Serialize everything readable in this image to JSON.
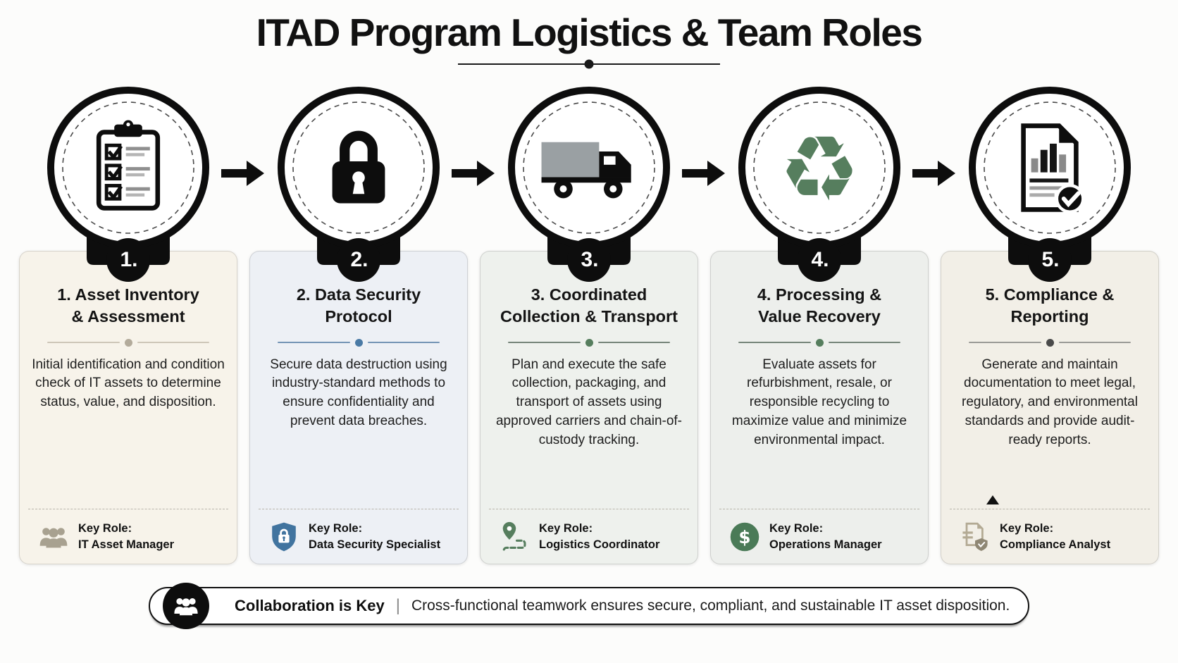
{
  "page": {
    "title": "ITAD Program Logistics & Team Roles"
  },
  "steps": [
    {
      "number": "1.",
      "icon": "clipboard-checklist-icon",
      "title_line1": "1. Asset Inventory",
      "title_line2": "& Assessment",
      "description": "Initial identification and condition check of IT assets to determine status, value, and disposition.",
      "role_label": "Key Role:",
      "role_name": "IT Asset Manager",
      "role_icon": "team-people-icon",
      "card_bg": "#f7f3ea",
      "accent": "#b3ab9b"
    },
    {
      "number": "2.",
      "icon": "padlock-icon",
      "title_line1": "2. Data Security",
      "title_line2": "Protocol",
      "description": "Secure data destruction using industry-standard methods to ensure confidentiality and prevent data breaches.",
      "role_label": "Key Role:",
      "role_name": "Data Security Specialist",
      "role_icon": "shield-lock-icon",
      "card_bg": "#edf0f5",
      "accent": "#4a7aa5"
    },
    {
      "number": "3.",
      "icon": "truck-icon",
      "title_line1": "3. Coordinated",
      "title_line2": "Collection & Transport",
      "description": "Plan and execute the safe collection, packaging, and transport of assets using approved carriers and chain-of-custody tracking.",
      "role_label": "Key Role:",
      "role_name": "Logistics Coordinator",
      "role_icon": "route-pin-icon",
      "card_bg": "#eef1ed",
      "accent": "#567e5e"
    },
    {
      "number": "4.",
      "icon": "recycle-icon",
      "title_line1": "4. Processing &",
      "title_line2": "Value Recovery",
      "description": "Evaluate assets for refurbishment, resale, or responsible recycling to maximize value and minimize environmental impact.",
      "role_label": "Key Role:",
      "role_name": "Operations Manager",
      "role_icon": "dollar-circle-icon",
      "card_bg": "#edefec",
      "accent": "#567e5e"
    },
    {
      "number": "5.",
      "icon": "report-chart-icon",
      "title_line1": "5. Compliance &",
      "title_line2": "Reporting",
      "description": "Generate and maintain documentation to meet legal, regulatory, and environmental standards and provide audit-ready reports.",
      "role_label": "Key Role:",
      "role_name": "Compliance Analyst",
      "role_icon": "document-shield-icon",
      "card_bg": "#f2efe7",
      "accent": "#4a4a4a"
    }
  ],
  "footer": {
    "icon": "people-group-icon",
    "heading": "Collaboration is Key",
    "separator": "|",
    "text": "Cross-functional teamwork ensures secure, compliant, and sustainable IT asset disposition."
  },
  "glyphs": {
    "recycle": "♻"
  },
  "colors": {
    "ink": "#0d0d0d",
    "recycle_green": "#567e5e",
    "truck_gray": "#9aa0a3",
    "role_icon_people": "#a8a190",
    "role_icon_shield": "#41749f",
    "role_icon_pin": "#567e5e",
    "role_icon_dollar": "#4a7a57",
    "role_icon_document": "#b3aa94"
  }
}
